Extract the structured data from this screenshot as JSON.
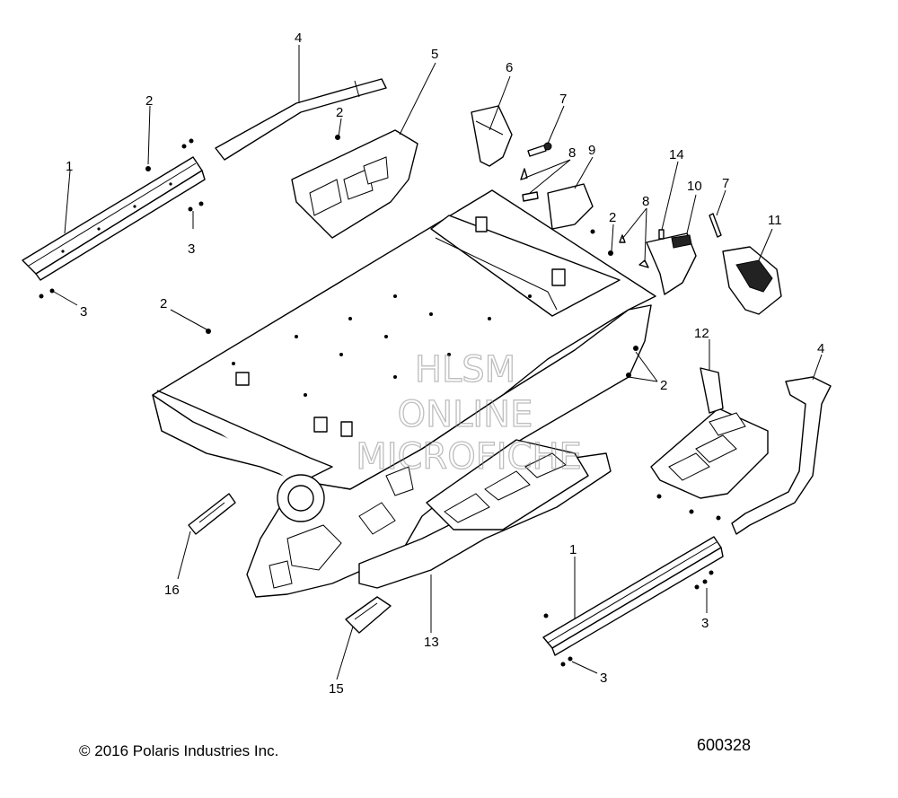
{
  "watermark": {
    "line1": "HLSM",
    "line2": "ONLINE",
    "line3": "MICROFICHE"
  },
  "callouts": [
    "1",
    "2",
    "3",
    "4",
    "5",
    "6",
    "7",
    "8",
    "9",
    "10",
    "11",
    "12",
    "13",
    "14",
    "15",
    "16"
  ],
  "footer": {
    "copyright": "© 2016 Polaris Industries Inc.",
    "diagram_number": "600328"
  }
}
